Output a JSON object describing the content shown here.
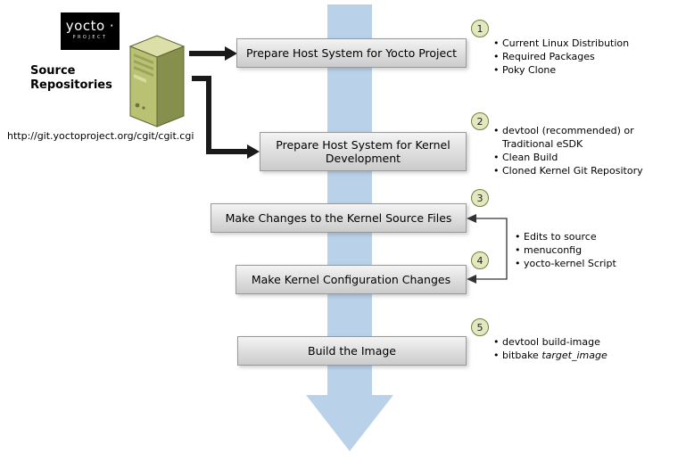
{
  "diagram": {
    "logo": {
      "title": "yocto ·",
      "subtitle": "PROJECT"
    },
    "source": {
      "title_line1": "Source",
      "title_line2": "Repositories",
      "url": "http://git.yoctoproject.org/cgit/cgit.cgi"
    },
    "steps": [
      {
        "num": "1",
        "label": "Prepare Host System for Yocto Project",
        "bullets": [
          "Current Linux Distribution",
          "Required Packages",
          "Poky Clone"
        ]
      },
      {
        "num": "2",
        "label": "Prepare Host System for Kernel Development",
        "bullets": [
          "devtool (recommended) or Traditional eSDK",
          "Clean Build",
          "Cloned Kernel Git Repository"
        ]
      },
      {
        "num": "3",
        "label": "Make Changes to the Kernel Source Files",
        "bullets": []
      },
      {
        "num": "4",
        "label": "Make Kernel Configuration Changes",
        "bullets": []
      },
      {
        "num": "5",
        "label": "Build the Image",
        "bullets": [
          "devtool build-image"
        ]
      }
    ],
    "shared_bullets_3_4": [
      "Edits to source",
      "menuconfig",
      "yocto-kernel Script"
    ],
    "step5_bitbake": {
      "pre": "bitbake ",
      "em": "target_image"
    },
    "colors": {
      "arrow_blue": "#b9d2ea",
      "box_fill": "#dddddd",
      "box_border": "#999999",
      "circle_fill": "#e3e8c0",
      "circle_border": "#75803c",
      "server_front": "#b9c173",
      "server_side": "#878f4c",
      "server_top": "#dce0a8",
      "logo_bg": "#000000",
      "connector_black": "#1a1a1a"
    }
  }
}
